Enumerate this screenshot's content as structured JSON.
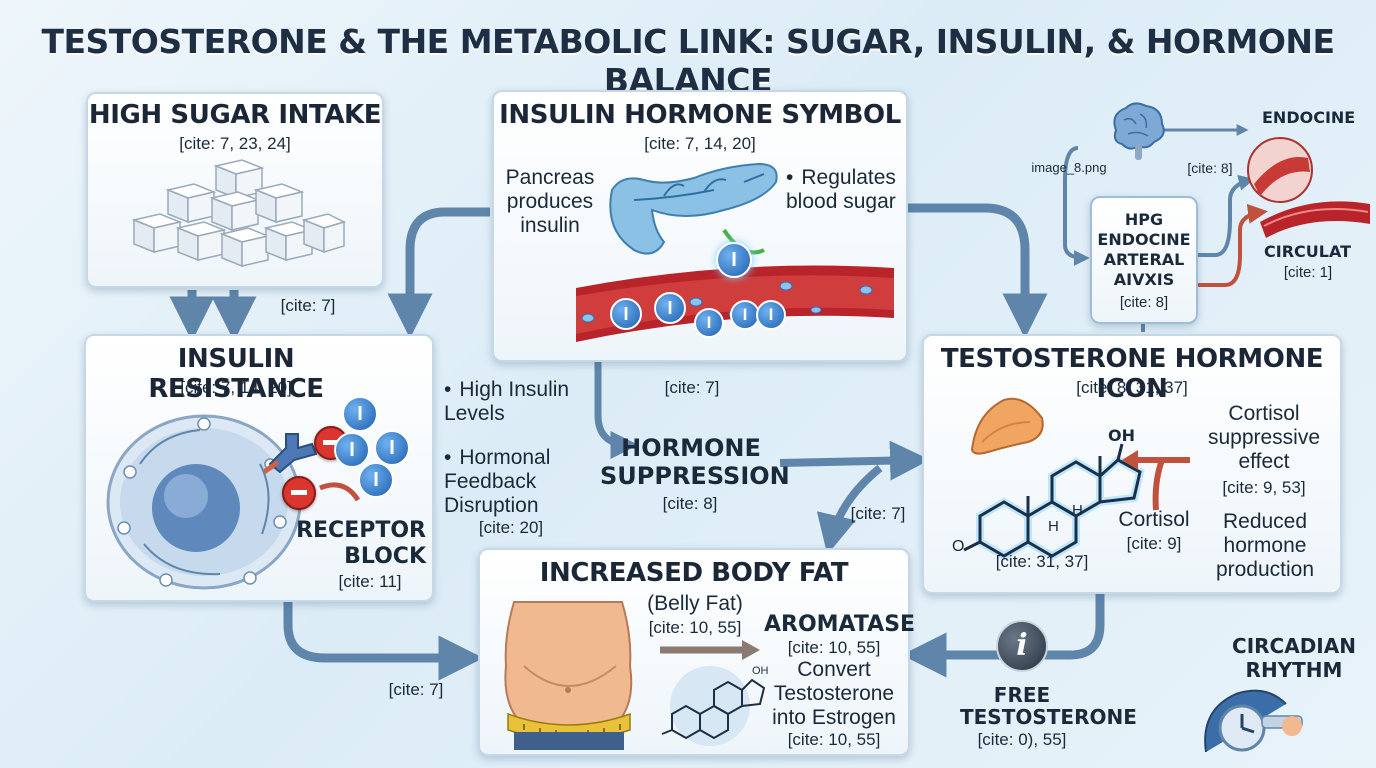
{
  "title": "TESTOSTERONE & THE METABOLIC LINK: SUGAR, INSULIN, & HORMONE BALANCE",
  "sugar": {
    "title": "HIGH SUGAR INTAKE",
    "cite": "[cite: 7, 23, 24]",
    "arrow_cite": "[cite: 7]"
  },
  "insulin_symbol": {
    "title": "INSULIN HORMONE SYMBOL",
    "cite": "[cite: 7, 14, 20]",
    "left_text": "Pancreas produces insulin",
    "bullet": "Regulates blood sugar",
    "insulin_mark": "I",
    "bottom_cite": "[cite: 7]"
  },
  "hpg": {
    "image_label": "image_8.png",
    "brain_cite": "[cite: 8]",
    "endocine": "ENDOCINE",
    "circulat": "CIRCULAT",
    "circulat_cite": "[cite: 1]",
    "axis_lines": [
      "HPG",
      "ENDOCINE",
      "ARTERAL",
      "AIVXIS"
    ],
    "axis_cite": "[cite: 8]"
  },
  "resistance": {
    "title": "INSULIN RESISTANCE",
    "cite": "[cite: 7, 14, 20]",
    "receptor_block": "RECEPTOR BLOCK",
    "receptor_cite": "[cite: 11]",
    "insulin_mark": "I"
  },
  "middle": {
    "bullet1": "High Insulin Levels",
    "bullet2": "Hormonal Feedback Disruption",
    "bullet2_cite": "[cite: 20]",
    "suppression": "HORMONE SUPPRESSION",
    "suppression_cite": "[cite: 8]",
    "cite_right": "[cite: 7]"
  },
  "testosterone": {
    "title": "TESTOSTERONE HORMONE ICON",
    "cite": "[cite: 8, 31, 37]",
    "cortisol_effect": "Cortisol suppressive effect",
    "cortisol_effect_cite": "[cite: 9, 53]",
    "cortisol": "Cortisol",
    "cortisol_cite": "[cite: 9]",
    "reduced": "Reduced hormone production",
    "molecule_cite": "[cite: 31, 37]",
    "oh": "OH",
    "o": "O",
    "h": "H"
  },
  "body_fat": {
    "title": "INCREASED BODY FAT",
    "subtitle": "(Belly Fat)",
    "subtitle_cite": "[cite: 10, 55]",
    "aromatase": "AROMATASE",
    "aromatase_cite": "[cite: 10, 55]",
    "convert": "Convert Testosterone into Estrogen",
    "convert_cite": "[cite: 10, 55]",
    "left_cite": "[cite: 7]"
  },
  "free_t": {
    "label": "FREE TESTOSTERONE",
    "cite": "[cite: 0), 55]",
    "icon_letter": "i"
  },
  "circadian": {
    "label": "CIRCADIAN RHYTHM"
  },
  "colors": {
    "arrow": "#5f86aa",
    "red_arrow": "#c0523d",
    "blood": "#b8242a",
    "insulin": "#2a6fc0",
    "cell": "#9fb8d6",
    "block": "#d8362e"
  }
}
